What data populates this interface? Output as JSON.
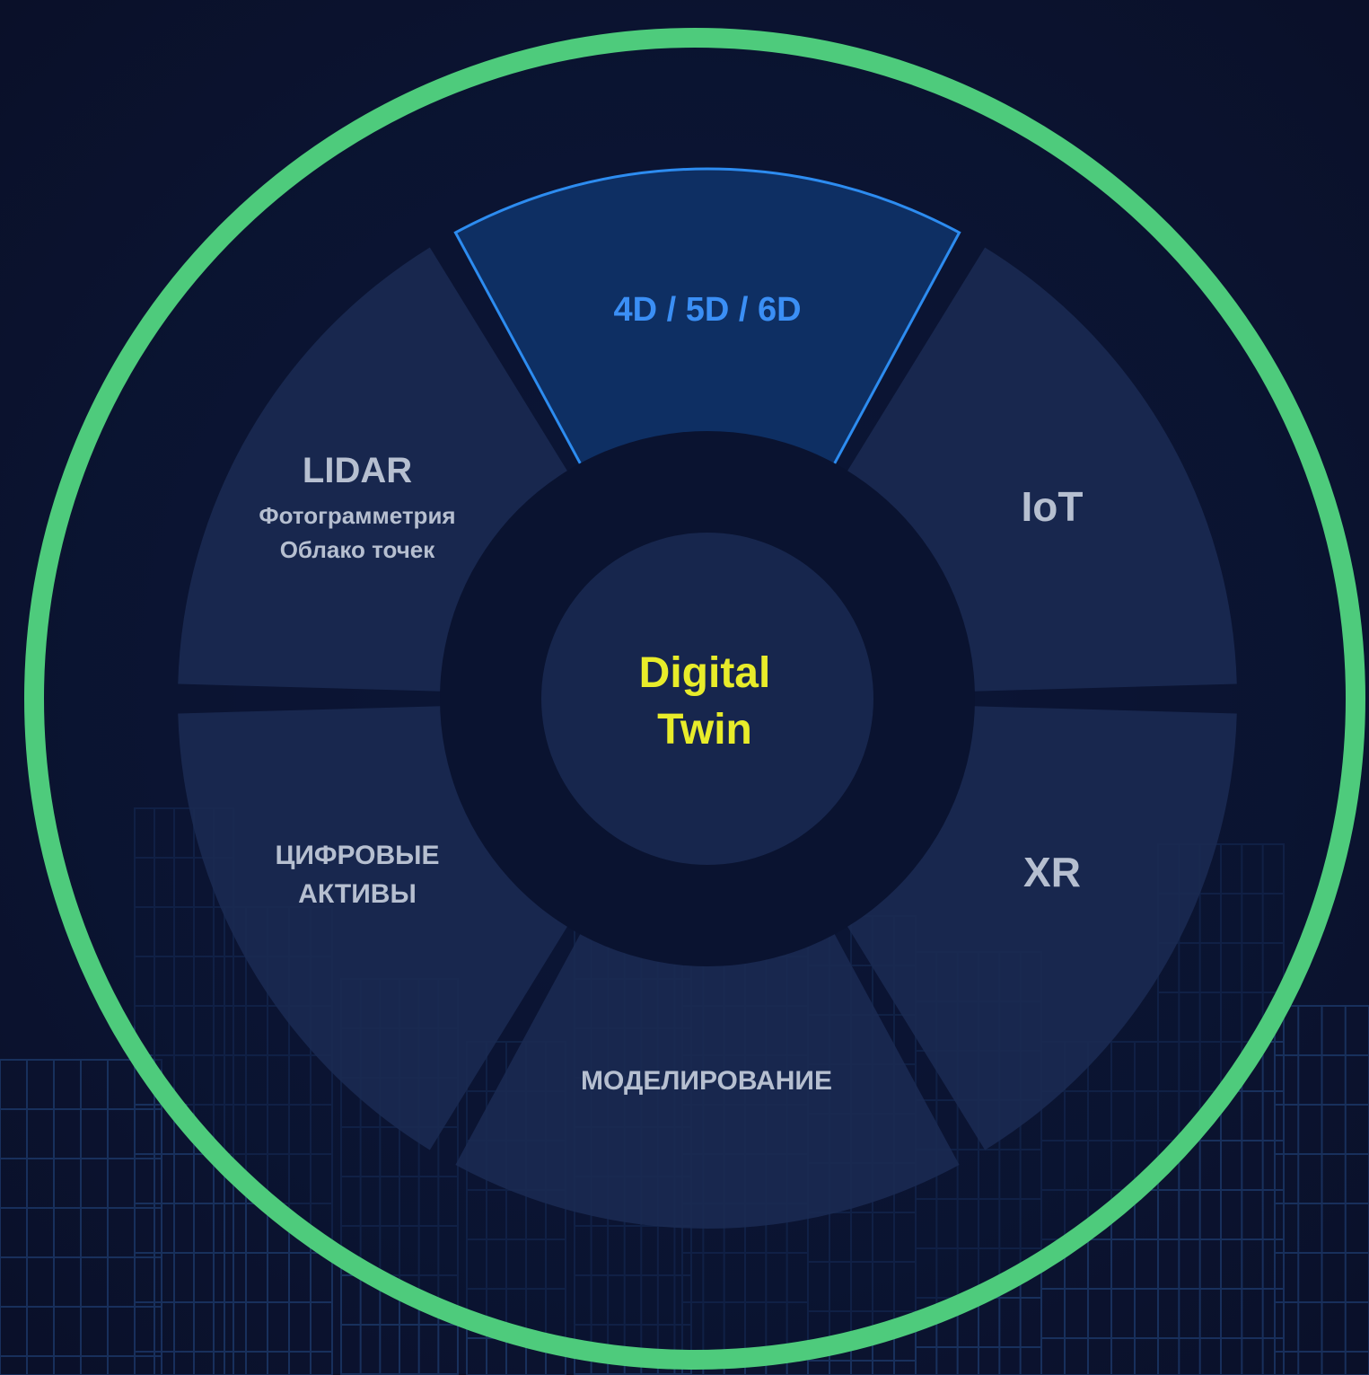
{
  "center": {
    "line1": "Digital",
    "line2": "Twin"
  },
  "segments": [
    {
      "id": "top",
      "lines": [
        "4D / 5D / 6D"
      ],
      "highlighted": true
    },
    {
      "id": "upper-right",
      "lines": [
        "IoT"
      ],
      "highlighted": false
    },
    {
      "id": "lower-right",
      "lines": [
        "XR"
      ],
      "highlighted": false
    },
    {
      "id": "bottom",
      "lines": [
        "МОДЕЛИРОВАНИЕ"
      ],
      "highlighted": false
    },
    {
      "id": "lower-left",
      "lines": [
        "ЦИФРОВЫЕ",
        "АКТИВЫ"
      ],
      "highlighted": false
    },
    {
      "id": "upper-left",
      "lines": [
        "LIDAR",
        "Фотограмметрия",
        "Облако точек"
      ],
      "highlighted": false
    }
  ],
  "colors": {
    "background": "#0b1230",
    "ring_outline": "#4ecb7c",
    "segment": "#1a2a52",
    "segment_highlight": "#0e2f63",
    "segment_highlight_stroke": "#2d8cf0",
    "highlight_text": "#3b8ff5",
    "segment_text": "#b6bfd0",
    "center_text": "#e8ec2a",
    "center_disc": "#1a2a52",
    "inner_ring": "#0a1330",
    "city_lines": "#1d3a6c"
  }
}
